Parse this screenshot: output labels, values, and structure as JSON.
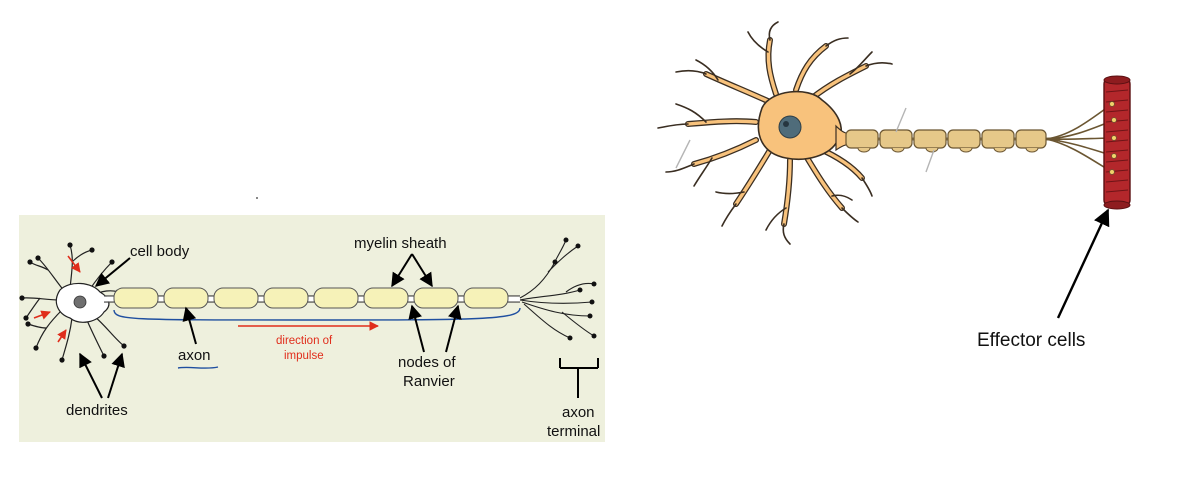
{
  "left_diagram": {
    "labels": {
      "cell_body": "cell body",
      "myelin_sheath": "myelin sheath",
      "axon": "axon",
      "direction_line1": "direction of",
      "direction_line2": "impulse",
      "nodes_line1": "nodes of",
      "nodes_line2": "Ranvier",
      "dendrites": "dendrites",
      "axon_terminal_line1": "axon",
      "axon_terminal_line2": "terminal"
    },
    "colors": {
      "panel_bg": "#eef0dd",
      "myelin_fill": "#f6f2b8",
      "impulse_arrow": "#e02d1b",
      "axon_underline": "#1f4fa0"
    }
  },
  "right_diagram": {
    "labels": {
      "effector_cells": "Effector cells"
    },
    "colors": {
      "soma_fill": "#f8c27c",
      "dendrite_stroke": "#3a2e22",
      "nucleus_fill": "#4f6c7a",
      "myelin_fill": "#e6c889",
      "effector_fill": "#b3272b"
    }
  }
}
